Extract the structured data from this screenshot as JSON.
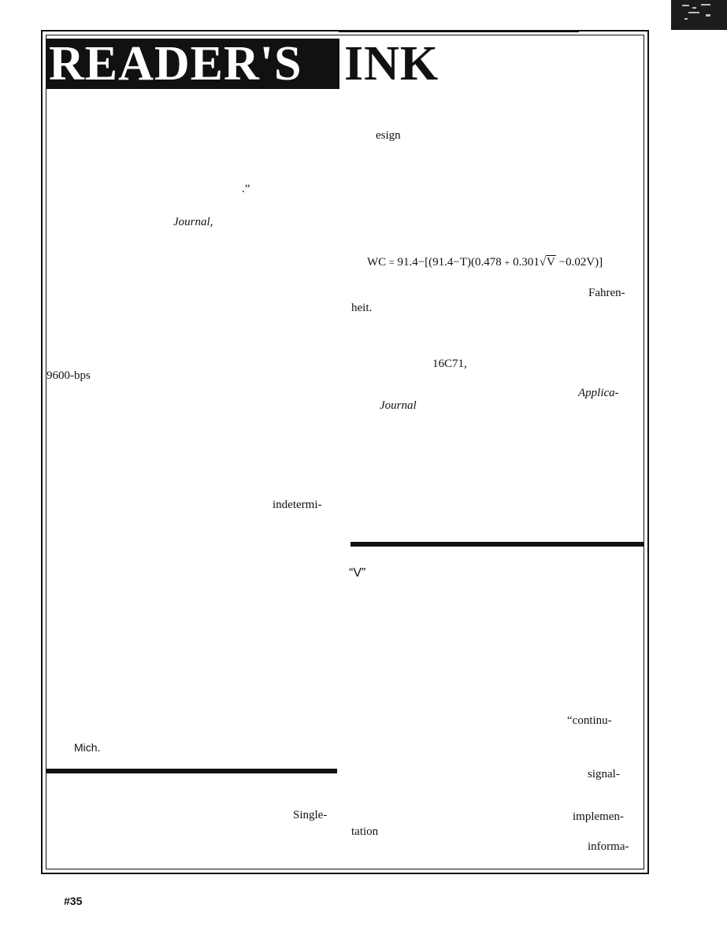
{
  "masthead": {
    "title_left": "READER'S",
    "title_right": "INK"
  },
  "left_column": {
    "fragments": [
      ".”",
      "Journal,",
      "9600-bps",
      "indetermi-",
      "Mich.",
      "Single-"
    ]
  },
  "right_column": {
    "fragments": [
      "esign",
      "Fahren-",
      "heit.",
      "16C71,",
      "Applica-",
      "Journal",
      "“V”",
      "“continu-",
      "signal-",
      "implemen-",
      "tation",
      "informa-"
    ],
    "formula": {
      "lhs": "WC",
      "eq": "=",
      "a": "91.4",
      "minus1": "−[(91.4−T)",
      "b": "(0.478",
      "plus": "+",
      "c": "0.301",
      "sqrt_var": "V",
      "rest": "−0.02V)]"
    }
  },
  "footer": {
    "page_number": "#35"
  }
}
